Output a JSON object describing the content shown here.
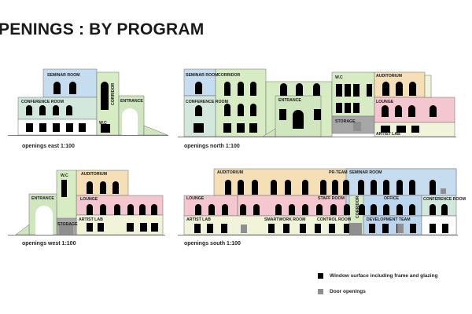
{
  "page": {
    "title": "PENINGS : BY PROGRAM"
  },
  "colors": {
    "seminar": "#c6dcef",
    "conference": "#d3e8dc",
    "corridor": "#d8ecc4",
    "entrance": "#cfe6bf",
    "auditorium": "#f4dfb6",
    "lounge": "#f3c6d0",
    "artist_lab": "#f1f4d8",
    "storage": "#a7a7a7",
    "staff": "#ecc8e0",
    "office": "#bcd6ee",
    "window": "#000000",
    "door": "#8f8f8f"
  },
  "rooms": {
    "seminar_room": "SEMINAR ROOM",
    "conference_room": "CONFERENCE ROOM",
    "corridor": "CORRIDOR",
    "entrance": "ENTRANCE",
    "wc": "W.C",
    "auditorium": "AUDITORIUM",
    "lounge": "LOUNGE",
    "storage": "STORAGE",
    "artist_lab": "ARTIST LAB",
    "pr_team": "PR-TEAM",
    "staff_room": "STAFF ROOM",
    "office": "OFFICE",
    "smartwork_room": "SMARTWORK ROOM",
    "control_room": "CONTROL ROOM",
    "development_team": "DEVELOPMENT TEAM"
  },
  "elevations": {
    "east": "openings east 1:100",
    "north": "openings north 1:100",
    "west": "openings west 1:100",
    "south": "openings south 1:100"
  },
  "legend": {
    "window": "Window surface including frame and glazing",
    "door": "Door openings"
  }
}
